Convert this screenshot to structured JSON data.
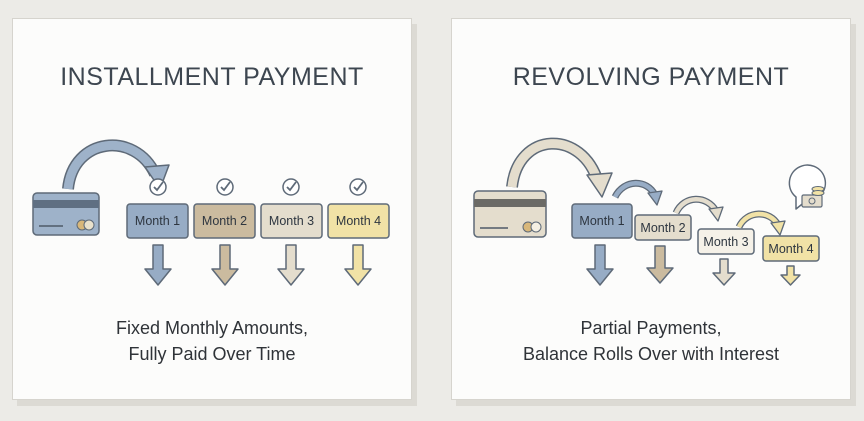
{
  "installment": {
    "title": "INSTALLMENT PAYMENT",
    "months": [
      "Month 1",
      "Month 2",
      "Month 3",
      "Month 4"
    ],
    "caption_line1": "Fixed Monthly Amounts,",
    "caption_line2": "Fully Paid Over Time"
  },
  "revolving": {
    "title": "REVOLVING PAYMENT",
    "months": [
      "Month 1",
      "Month 2",
      "Month 3",
      "Month 4"
    ],
    "caption_line1": "Partial Payments,",
    "caption_line2": "Balance Rolls Over with Interest"
  },
  "colors": {
    "blue": "#97acc5",
    "tan": "#cbbb9f",
    "beige": "#e4ddcd",
    "yellow": "#f1e2a6",
    "outline": "#5e6a78"
  },
  "icons": [
    "credit-card-icon",
    "check-circle-icon",
    "curved-arrow-icon",
    "down-arrow-icon",
    "money-speech-bubble-icon"
  ]
}
